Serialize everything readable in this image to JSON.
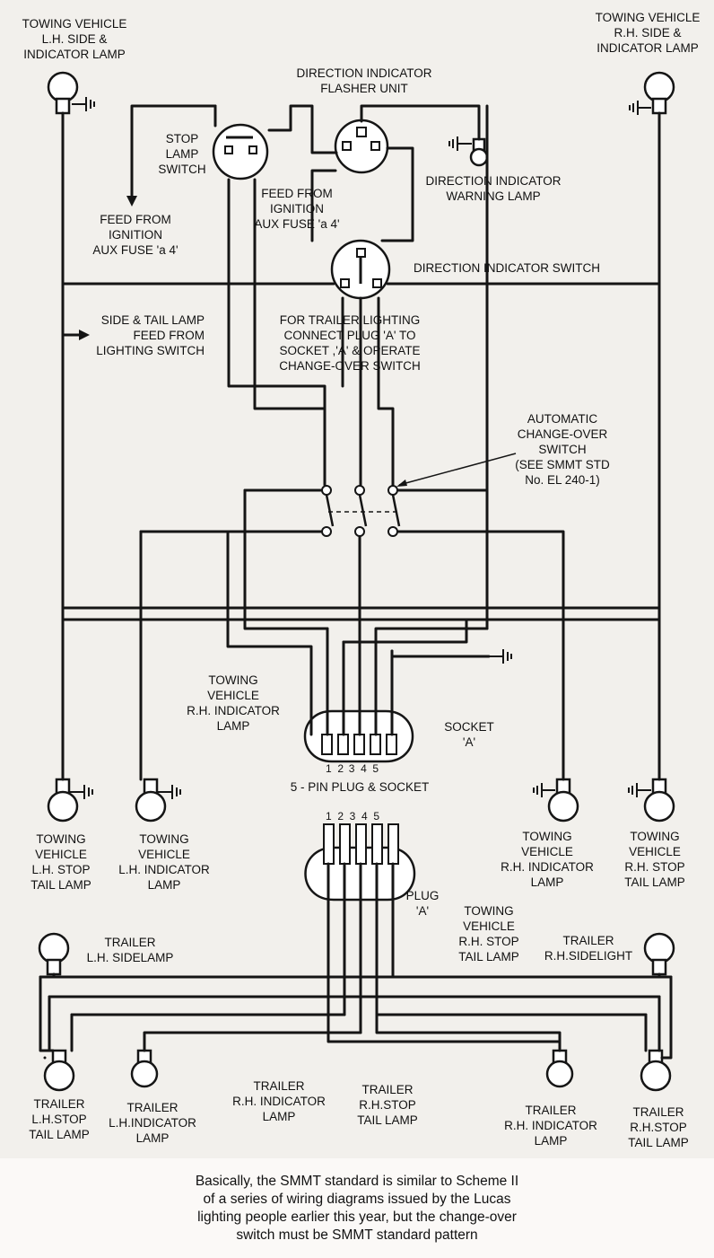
{
  "labels": {
    "towing_lh_side": "TOWING VEHICLE\nL.H. SIDE &\nINDICATOR LAMP",
    "towing_rh_side": "TOWING VEHICLE\nR.H. SIDE &\nINDICATOR LAMP",
    "flasher_unit": "DIRECTION INDICATOR\nFLASHER UNIT",
    "stop_lamp_switch": "STOP\nLAMP\nSWITCH",
    "warning_lamp": "DIRECTION INDICATOR\nWARNING LAMP",
    "feed_ignition_left": "FEED FROM\nIGNITION\nAUX FUSE 'a 4'",
    "feed_ignition_center": "FEED FROM\nIGNITION\nAUX FUSE 'a 4'",
    "indicator_switch": "DIRECTION INDICATOR SWITCH",
    "side_tail_feed": "SIDE & TAIL LAMP\nFEED FROM\nLIGHTING SWITCH",
    "trailer_instruction": "FOR TRAILER LIGHTING\nCONNECT PLUG 'A' TO\nSOCKET ,'A' & OPERATE\nCHANGE-OVER SWITCH",
    "changeover_switch": "AUTOMATIC\nCHANGE-OVER\nSWITCH\n(SEE SMMT STD\nNo. EL 240-1)",
    "towing_rh_indicator_upper": "TOWING\nVEHICLE\nR.H. INDICATOR\nLAMP",
    "socket_a": "SOCKET\n'A'",
    "socket_pins": "1  2  3  4  5",
    "plug_socket_title": "5 - PIN PLUG & SOCKET",
    "plug_pins": "1  2  3  4  5",
    "plug_a": "PLUG\n'A'",
    "towing_lh_stop": "TOWING\nVEHICLE\nL.H. STOP\nTAIL LAMP",
    "towing_lh_indicator": "TOWING\nVEHICLE\nL.H. INDICATOR\nLAMP",
    "towing_rh_indicator_lower": "TOWING\nVEHICLE\nR.H. INDICATOR\nLAMP",
    "towing_rh_stop_right": "TOWING\nVEHICLE\nR.H. STOP\nTAIL LAMP",
    "towing_rh_stop_center": "TOWING\nVEHICLE\nR.H. STOP\nTAIL LAMP",
    "trailer_lh_sidelamp": "TRAILER\nL.H. SIDELAMP",
    "trailer_rh_sidelight": "TRAILER\nR.H.SIDELIGHT",
    "trailer_lh_stop": "TRAILER\nL.H.STOP\nTAIL LAMP",
    "trailer_lh_indicator": "TRAILER\nL.H.INDICATOR\nLAMP",
    "trailer_rh_indicator_center": "TRAILER\nR.H. INDICATOR\nLAMP",
    "trailer_rh_stop_center": "TRAILER\nR.H.STOP\nTAIL LAMP",
    "trailer_rh_indicator_right": "TRAILER\nR.H. INDICATOR\nLAMP",
    "trailer_rh_stop_right": "TRAILER\nR.H.STOP\nTAIL LAMP"
  },
  "caption": "Basically, the SMMT standard is similar to Scheme II\nof a series of wiring diagrams issued by the Lucas\nlighting people earlier this year, but the change-over\nswitch must be SMMT standard pattern",
  "colors": {
    "wire": "#151515",
    "paper": "#f2f0ec"
  }
}
